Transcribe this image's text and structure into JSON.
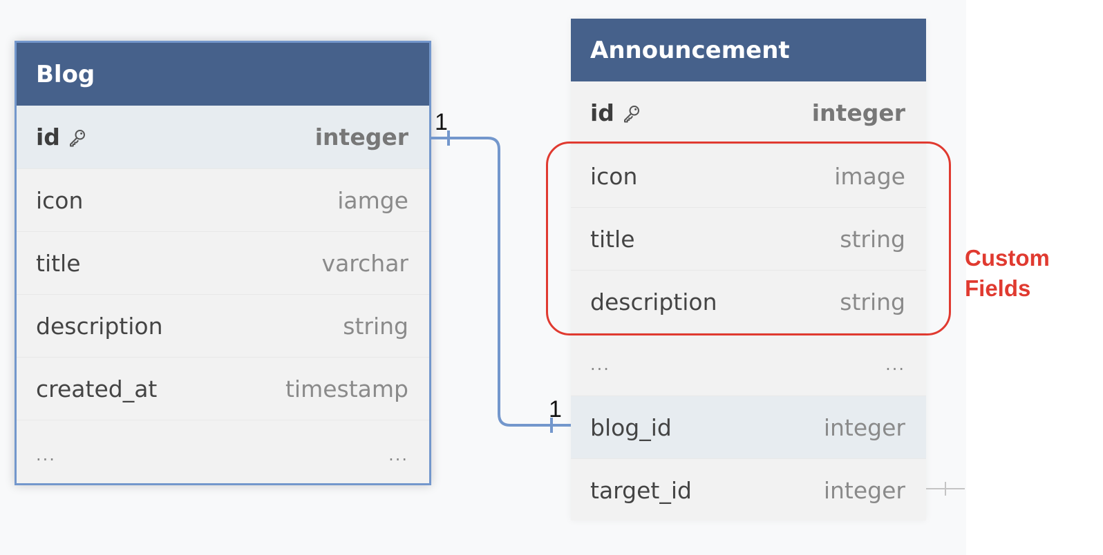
{
  "blog": {
    "title": "Blog",
    "fields": [
      {
        "name": "id",
        "type": "integer"
      },
      {
        "name": "icon",
        "type": "iamge"
      },
      {
        "name": "title",
        "type": "varchar"
      },
      {
        "name": "description",
        "type": "string"
      },
      {
        "name": "created_at",
        "type": "timestamp"
      },
      {
        "name": "...",
        "type": "..."
      }
    ]
  },
  "announcement": {
    "title": "Announcement",
    "fields": [
      {
        "name": "id",
        "type": "integer"
      },
      {
        "name": "icon",
        "type": "image"
      },
      {
        "name": "title",
        "type": "string"
      },
      {
        "name": "description",
        "type": "string"
      },
      {
        "name": "...",
        "type": "..."
      },
      {
        "name": "blog_id",
        "type": "integer"
      },
      {
        "name": "target_id",
        "type": "integer"
      }
    ]
  },
  "relationship": {
    "from_cardinality": "1",
    "to_cardinality": "1"
  },
  "annotation": {
    "line1": "Custom",
    "line2": "Fields"
  },
  "colors": {
    "header": "#46618b",
    "connector": "#7397cc",
    "annotation": "#e03a30"
  },
  "icons": {
    "primary_key": "key-icon"
  }
}
